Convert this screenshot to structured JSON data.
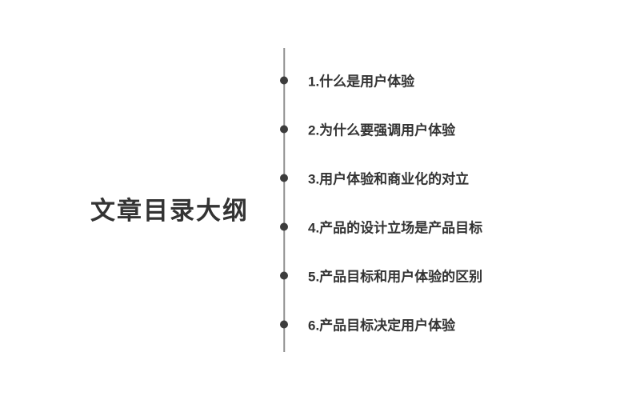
{
  "title": "文章目录大纲",
  "items": [
    {
      "label": "1.什么是用户体验"
    },
    {
      "label": "2.为什么要强调用户体验"
    },
    {
      "label": "3.用户体验和商业化的对立"
    },
    {
      "label": "4.产品的设计立场是产品目标"
    },
    {
      "label": "5.产品目标和用户体验的区别"
    },
    {
      "label": "6.产品目标决定用户体验"
    }
  ],
  "colors": {
    "background": "#ffffff",
    "text": "#333333",
    "dot": "#3c3c3c",
    "line": "#8f8f8f"
  }
}
